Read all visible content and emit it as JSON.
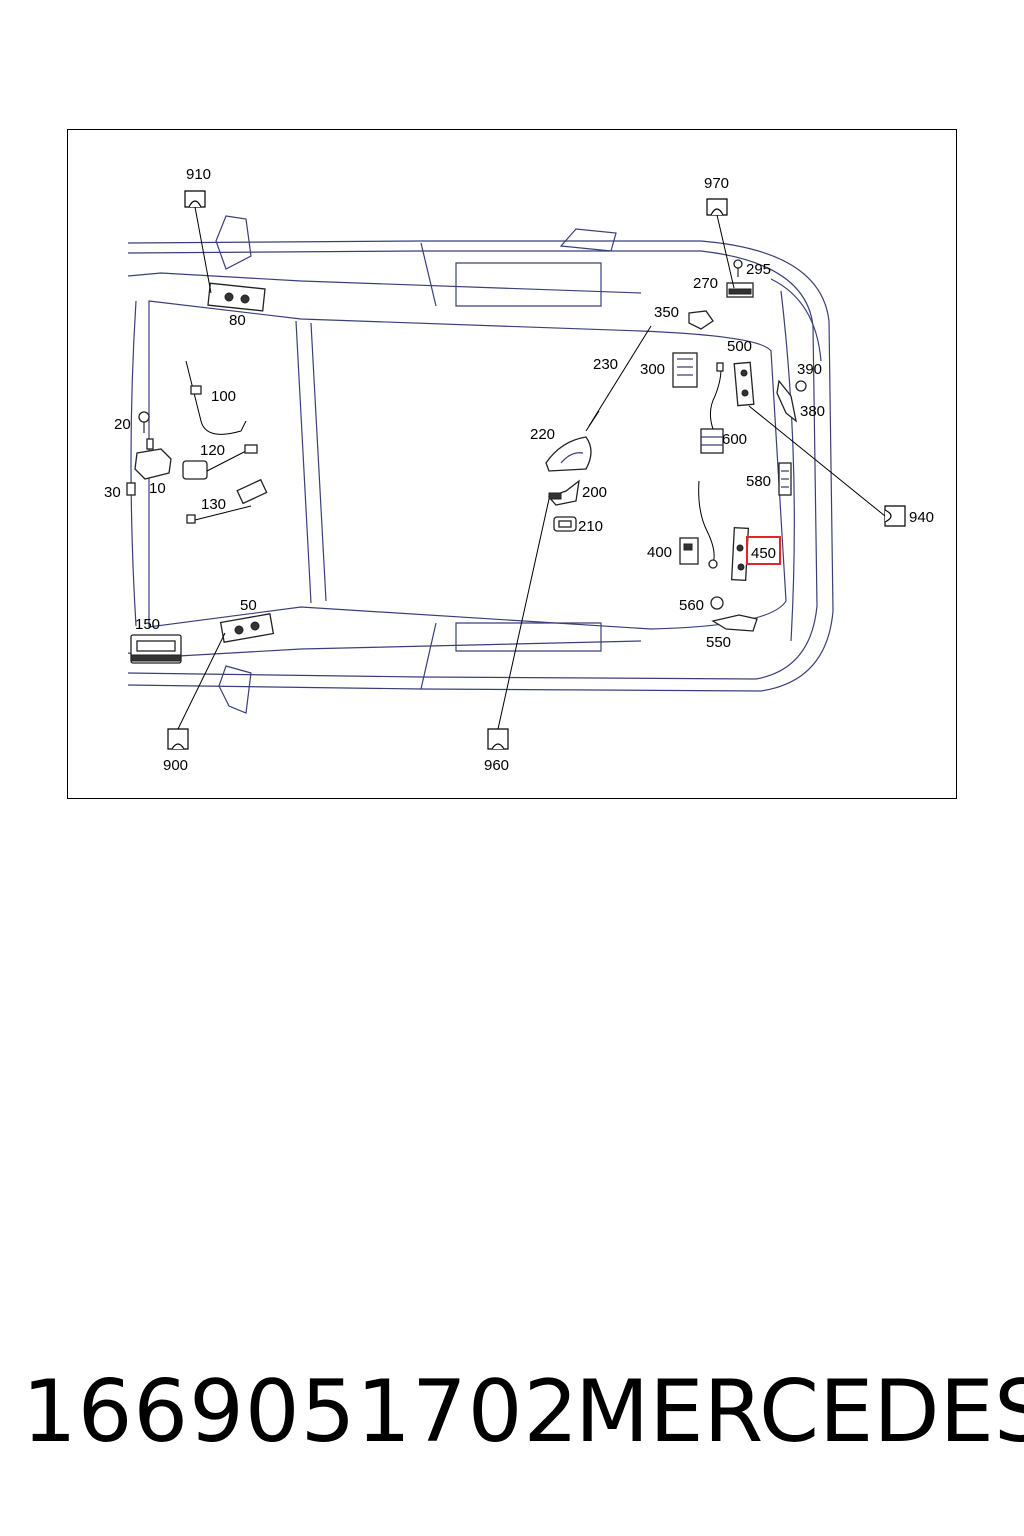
{
  "diagram": {
    "labels": {
      "l10": "10",
      "l20": "20",
      "l30": "30",
      "l50": "50",
      "l80": "80",
      "l100": "100",
      "l120": "120",
      "l130": "130",
      "l150": "150",
      "l200": "200",
      "l210": "210",
      "l220": "220",
      "l230": "230",
      "l270": "270",
      "l295": "295",
      "l300": "300",
      "l350": "350",
      "l380": "380",
      "l390": "390",
      "l400": "400",
      "l450": "450",
      "l500": "500",
      "l550": "550",
      "l560": "560",
      "l580": "580",
      "l600": "600",
      "l900": "900",
      "l910": "910",
      "l940": "940",
      "l960": "960",
      "l970": "970"
    },
    "highlighted_label": "450",
    "highlight_color": "#e0262b",
    "line_color": "#3a3f7a"
  },
  "footer": {
    "part_number": "1669051702",
    "brand": "MERCEDES"
  }
}
